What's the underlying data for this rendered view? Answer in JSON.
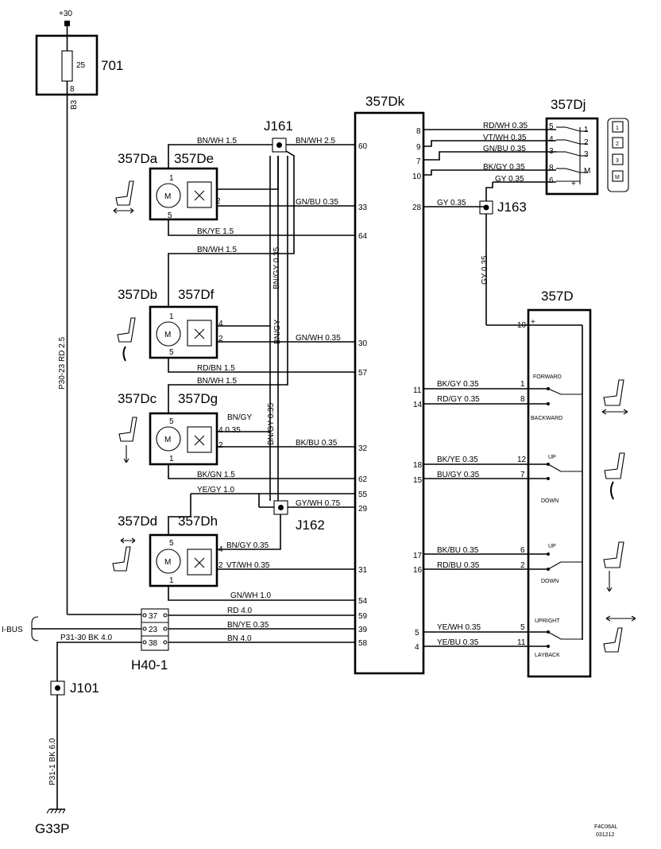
{
  "components": {
    "fuse_box": "701",
    "fuse_rating": "25",
    "fuse_pin": "8",
    "supply": "+30",
    "control_module": "357Dk",
    "mirror_switch": "357Dj",
    "seat_switch": "357D",
    "motor_a": "357Da",
    "motor_b": "357Db",
    "motor_c": "357Dc",
    "motor_d": "357Dd",
    "sensor_e": "357De",
    "sensor_f": "357Df",
    "sensor_g": "357Dg",
    "sensor_h": "357Dh",
    "motor_letter": "M",
    "connector": "H40-1",
    "ground": "G33P",
    "ibus": "I-BUS",
    "footer_code": "F4C06AL",
    "footer_date": "031212"
  },
  "junctions": {
    "j161": "J161",
    "j162": "J162",
    "j163": "J163",
    "j101": "J101"
  },
  "wires": {
    "b3": "B3",
    "p30": "P30-23  RD  2.5",
    "p31_30": "P31-30  BK  4.0",
    "p31_1": "P31-1  BK  6.0",
    "w1": "BN/WH  1.5",
    "w2": "BN/WH  2.5",
    "w3": "GN/BU  0.35",
    "w4": "BK/YE  1.5",
    "w5": "BN/WH  1.5",
    "w6": "BN/GY  0.35",
    "w7": "GN/WH  0.35",
    "w8": "RD/BN  1.5",
    "w9": "BN/WH  1.5",
    "w10": "BN/GY  0.35",
    "w11": "BN/GY",
    "w12": "0.35",
    "w13": "BK/BU  0.35",
    "w14": "BK/GN  1.5",
    "w15": "YE/GY  1.0",
    "w16": "GY/WH  0.75",
    "w17": "BN/GY  0.35",
    "w18": "VT/WH  0.35",
    "w19": "GN/WH  1.0",
    "w20": "RD 4.0",
    "w21": "BN/YE  0.35",
    "w22": "BN  4.0",
    "w23": "RD/WH  0.35",
    "w24": "VT/WH  0.35",
    "w25": "GN/BU  0.35",
    "w26": "BK/GY  0.35",
    "w27": "GY  0.35",
    "w28": "GY  0.35",
    "w29": "GY  0.35",
    "w30": "BK/GY  0.35",
    "w31": "RD/GY  0.35",
    "w32": "BK/YE  0.35",
    "w33": "BU/GY  0.35",
    "w34": "BK/BU  0.35",
    "w35": "RD/BU  0.35",
    "w36": "YE/WH  0.35",
    "w37": "YE/BU  0.35"
  },
  "pins": {
    "dk_60": "60",
    "dk_33": "33",
    "dk_64": "64",
    "dk_30": "30",
    "dk_57": "57",
    "dk_32": "32",
    "dk_62": "62",
    "dk_55": "55",
    "dk_29": "29",
    "dk_31": "31",
    "dk_54": "54",
    "dk_59": "59",
    "dk_39": "39",
    "dk_58": "58",
    "dk_8": "8",
    "dk_9": "9",
    "dk_7": "7",
    "dk_10": "10",
    "dk_28": "28",
    "dk_11": "11",
    "dk_14": "14",
    "dk_18": "18",
    "dk_15": "15",
    "dk_17": "17",
    "dk_16": "16",
    "dk_5": "5",
    "dk_4": "4",
    "dj_5": "5",
    "dj_4": "4",
    "dj_3": "3",
    "dj_8": "8",
    "dj_6": "6",
    "dj_1": "1",
    "dj_2": "2",
    "dj_3b": "3",
    "dj_M": "M",
    "dj_plus": "+",
    "d_10": "10",
    "d_plus": "+",
    "d_1": "1",
    "d_8": "8",
    "d_12": "12",
    "d_7": "7",
    "d_6": "6",
    "d_2": "2",
    "d_5": "5",
    "d_11": "11",
    "h_37": "37",
    "h_23": "23",
    "h_38": "38",
    "m_1": "1",
    "m_2": "2",
    "m_5": "5",
    "m_4": "4",
    "m_4b": "4  0.35"
  },
  "switch_labels": {
    "forward": "FORWARD",
    "backward": "BACKWARD",
    "up1": "UP",
    "down1": "DOWN",
    "up2": "UP",
    "down2": "DOWN",
    "upright": "UPRIGHT",
    "layback": "LAYBACK"
  },
  "mirror_keys": [
    "1",
    "2",
    "3",
    "M"
  ]
}
